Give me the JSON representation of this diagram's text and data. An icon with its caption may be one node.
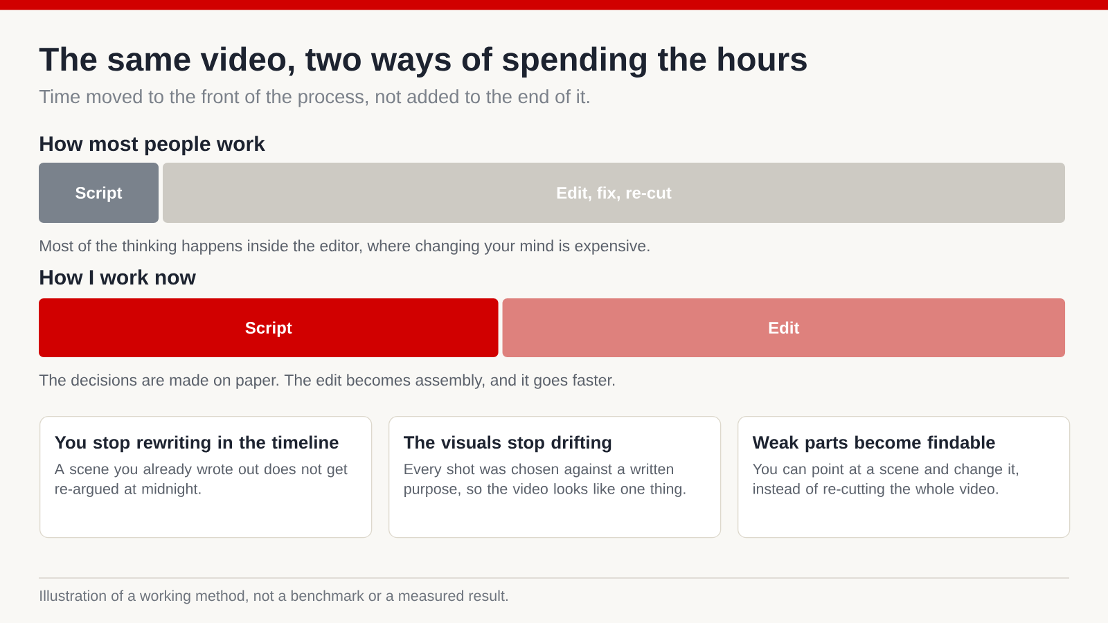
{
  "diagram": {
    "title": "The same video, two ways of spending the hours",
    "caption": "Illustration of a working method, not a benchmark or a measured result.",
    "nodes": [
      {
        "text": [
          "Script"
        ]
      },
      {
        "text": [
          "Edit, fix, re-cut"
        ]
      },
      {
        "text": [
          "Script"
        ]
      },
      {
        "text": [
          "Edit"
        ]
      },
      {
        "text": [
          "You stop rewriting in the timeline",
          "A scene you already wrote out does not get re-argued at midnight."
        ]
      },
      {
        "text": [
          "The visuals stop drifting",
          "Every shot was chosen against a written purpose, so the video looks like one thing."
        ]
      },
      {
        "text": [
          "Weak parts become findable",
          "You can point at a scene and change it, instead of re-cutting the whole video."
        ]
      }
    ],
    "labels": [
      "Time moved to the front of the process, not added to the end of it.",
      "How most people work",
      "Most of the thinking happens inside the editor, where changing your mind is expensive.",
      "How I work now",
      "The decisions are made on paper. The edit becomes assembly, and it goes faster."
    ]
  }
}
